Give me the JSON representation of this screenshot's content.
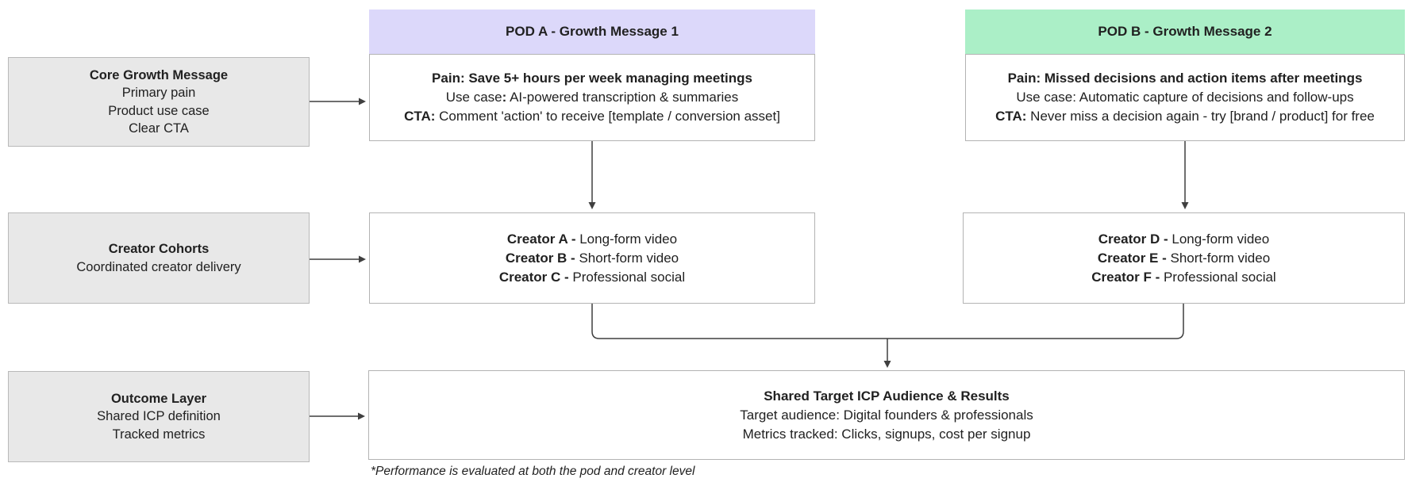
{
  "colors": {
    "pod-a-header-bg": "#dcd8fa",
    "pod-b-header-bg": "#abefc7",
    "left-box-bg": "#e8e8e8",
    "left-box-border": "#b9b9b9",
    "content-box-border": "#b3b3b3",
    "connector": "#3f3f3f",
    "text": "#212121"
  },
  "left_column": {
    "boxes": [
      {
        "title": "Core Growth Message",
        "lines": [
          "Primary pain",
          "Product use case",
          "Clear CTA"
        ]
      },
      {
        "title": "Creator Cohorts",
        "lines": [
          "Coordinated creator delivery"
        ]
      },
      {
        "title": "Outcome Layer",
        "lines": [
          "Shared ICP definition",
          "Tracked metrics"
        ]
      }
    ]
  },
  "pods": [
    {
      "header": "POD A - Growth Message 1",
      "lines": [
        [
          {
            "t": "Pain: Save 5+ hours per week managing meetings",
            "b": true
          }
        ],
        [
          {
            "t": "Use case",
            "b": false
          },
          {
            "t": ":",
            "b": true
          },
          {
            "t": " AI-powered transcription & summaries",
            "b": false
          }
        ],
        [
          {
            "t": "CTA:",
            "b": true
          },
          {
            "t": " Comment 'action' to receive [template / conversion asset]",
            "b": false
          }
        ]
      ],
      "creators": [
        [
          {
            "t": "Creator A -",
            "b": true
          },
          {
            "t": " Long-form video",
            "b": false
          }
        ],
        [
          {
            "t": "Creator B -",
            "b": true
          },
          {
            "t": " Short-form video",
            "b": false
          }
        ],
        [
          {
            "t": "Creator C -",
            "b": true
          },
          {
            "t": " Professional social",
            "b": false
          }
        ]
      ]
    },
    {
      "header": "POD B - Growth Message 2",
      "lines": [
        [
          {
            "t": "Pain: Missed decisions and action items after meetings",
            "b": true
          }
        ],
        [
          {
            "t": "Use case: Automatic capture of decisions and follow-ups",
            "b": false
          }
        ],
        [
          {
            "t": "CTA:",
            "b": true
          },
          {
            "t": " Never miss a decision again - try [brand / product] for free",
            "b": false
          }
        ]
      ],
      "creators": [
        [
          {
            "t": "Creator D -",
            "b": true
          },
          {
            "t": " Long-form video",
            "b": false
          }
        ],
        [
          {
            "t": "Creator E -",
            "b": true
          },
          {
            "t": " Short-form video",
            "b": false
          }
        ],
        [
          {
            "t": "Creator F -",
            "b": true
          },
          {
            "t": " Professional social",
            "b": false
          }
        ]
      ]
    }
  ],
  "shared_box": {
    "title": "Shared Target ICP Audience & Results",
    "lines": [
      "Target audience: Digital founders & professionals",
      "Metrics tracked: Clicks, signups, cost per signup"
    ]
  },
  "footnote": "*Performance is evaluated at both the pod and creator level"
}
